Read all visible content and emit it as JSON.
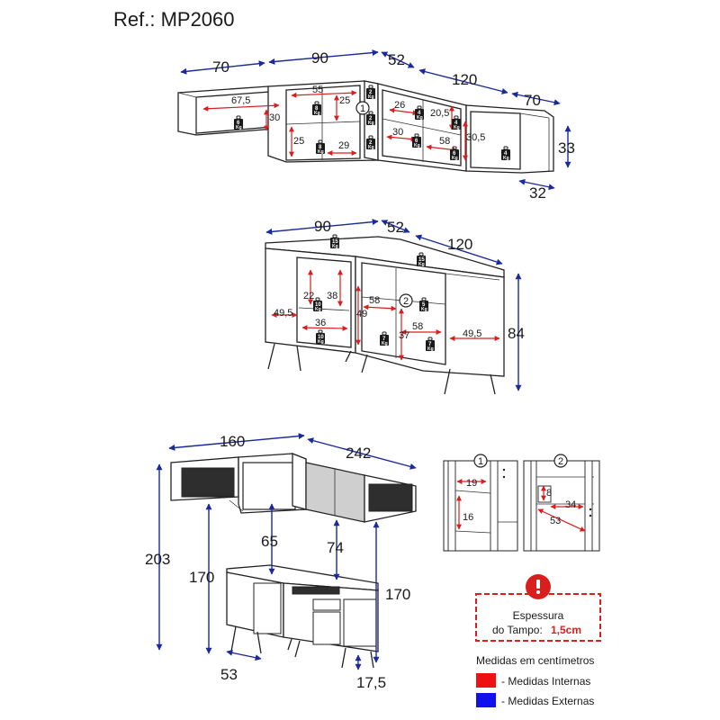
{
  "reference": "Ref.: MP2060",
  "colors": {
    "external": "#1a2a9a",
    "internal": "#d91e1e",
    "warning": "#d91e1e",
    "lines": "#222222"
  },
  "upper_view": {
    "external_dims": [
      "70",
      "90",
      "52",
      "120",
      "70",
      "33",
      "32"
    ],
    "internal_dims": [
      "67,5",
      "30",
      "55",
      "25",
      "25",
      "29",
      "26",
      "20,5",
      "30",
      "58",
      "30,5"
    ],
    "marker": "1",
    "weights": [
      "6",
      "8",
      "8",
      "2",
      "2",
      "2",
      "4",
      "4",
      "6",
      "6",
      "4"
    ]
  },
  "lower_view": {
    "external_dims": [
      "90",
      "52",
      "120",
      "84"
    ],
    "internal_dims": [
      "49,5",
      "22",
      "38",
      "36",
      "58",
      "49",
      "58",
      "37",
      "49,5"
    ],
    "marker": "2",
    "weights": [
      "15",
      "15",
      "10",
      "10",
      "7",
      "7",
      "5"
    ]
  },
  "assembly_view": {
    "external_dims": [
      "160",
      "242",
      "203",
      "65",
      "74",
      "170",
      "170",
      "53",
      "17,5"
    ]
  },
  "details": {
    "detail1": {
      "marker": "1",
      "dims": [
        "19",
        "16"
      ]
    },
    "detail2": {
      "marker": "2",
      "dims": [
        "8",
        "34",
        "53"
      ]
    }
  },
  "kg_unit": "Kg",
  "note": {
    "icon": "warning-icon",
    "line1": "Espessura",
    "line2_prefix": "do Tampo: ",
    "line2_value": "1,5cm"
  },
  "legend": {
    "title": "Medidas em centímetros",
    "internal": "- Medidas Internas",
    "external": "- Medidas Externas"
  }
}
